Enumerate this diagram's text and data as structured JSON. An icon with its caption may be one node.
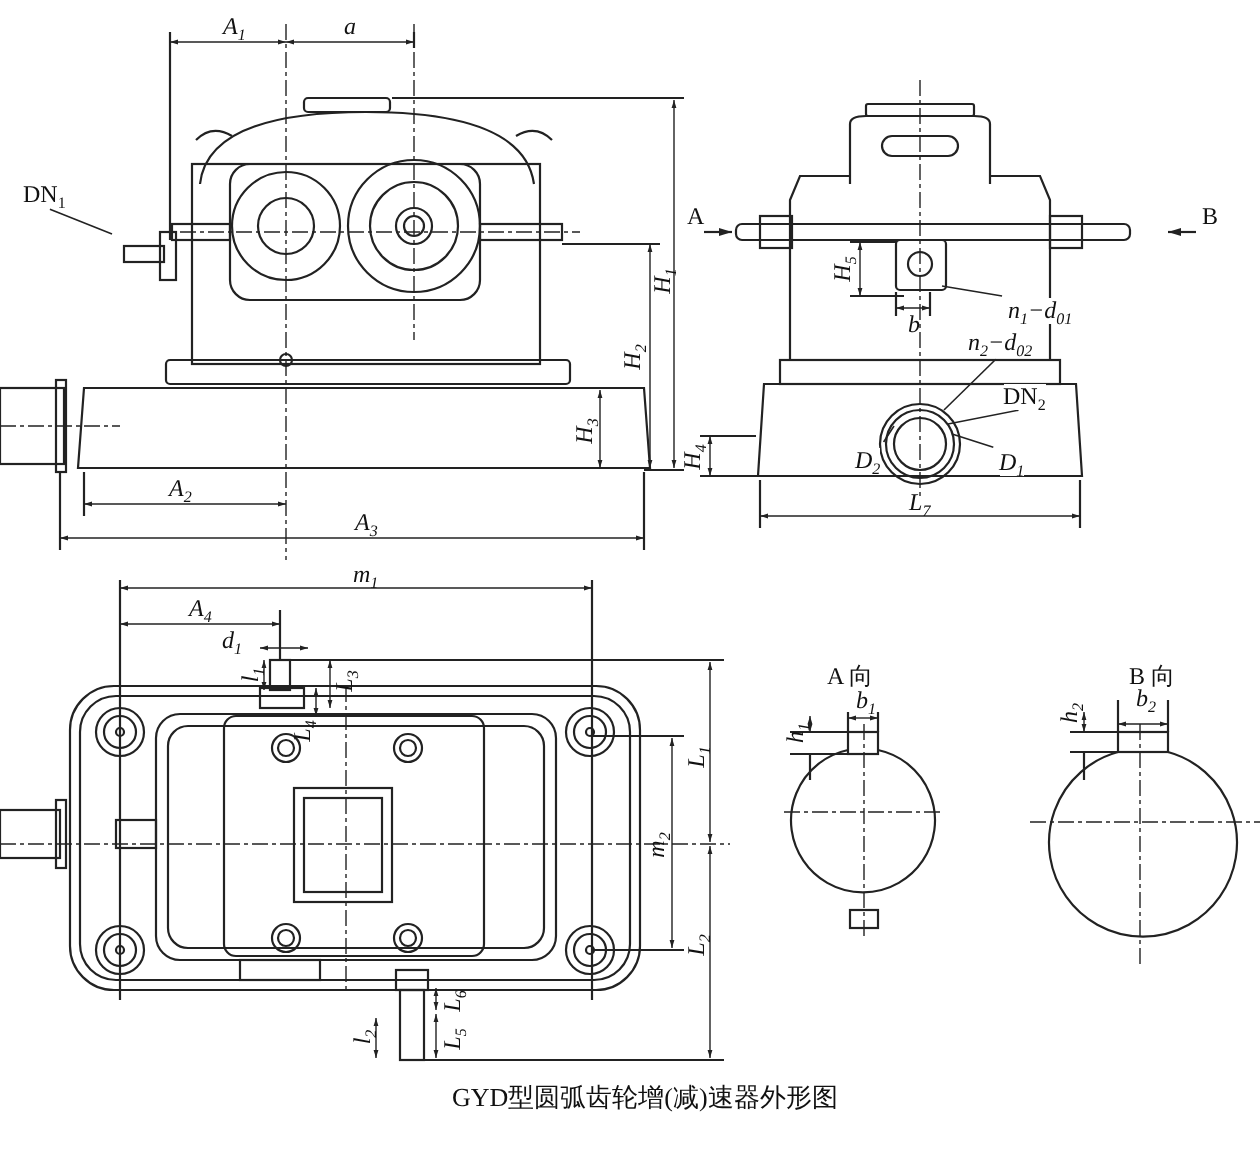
{
  "diagram": {
    "caption": "GYD型圆弧齿轮增(减)速器外形图",
    "nodes": [
      {
        "text": [
          "DN$_{1}$"
        ]
      },
      {
        "text": [
          "n$_{1}$−d$_{01}$"
        ]
      },
      {
        "text": [
          "n$_{2}$−d$_{02}$"
        ]
      },
      {
        "text": [
          "DN$_{2}$"
        ]
      },
      {
        "text": [
          "D$_{2}$"
        ]
      },
      {
        "text": [
          "D$_{1}$"
        ]
      }
    ],
    "edges": [
      {
        "from": 0,
        "to": null,
        "arrow": "none"
      },
      {
        "from": 1,
        "to": null,
        "arrow": "none"
      },
      {
        "from": 2,
        "to": null,
        "arrow": "none"
      },
      {
        "from": 3,
        "to": null,
        "arrow": "none"
      },
      {
        "from": 4,
        "to": null,
        "arrow": "none"
      },
      {
        "from": 5,
        "to": null,
        "arrow": "none"
      }
    ],
    "labels": [
      "A$_{1}$",
      "a",
      "H$_{2}$",
      "H$_{1}$",
      "A",
      "B",
      "H$_{5}$",
      "b",
      "H$_{3}$",
      "H$_{4}$",
      "A$_{2}$",
      "A$_{3}$",
      "L$_{7}$",
      "m$_{1}$",
      "A$_{4}$",
      "d$_{1}$",
      "A 向",
      "B 向",
      "l$_{1}$",
      "L$_{3}$",
      "L$_{4}$",
      "b$_{1}$",
      "b$_{2}$",
      "h$_{1}$",
      "h$_{2}$",
      "L$_{1}$",
      "m$_{2}$",
      "L$_{2}$",
      "L$_{6}$",
      "l$_{2}$",
      "L$_{5}$"
    ]
  }
}
